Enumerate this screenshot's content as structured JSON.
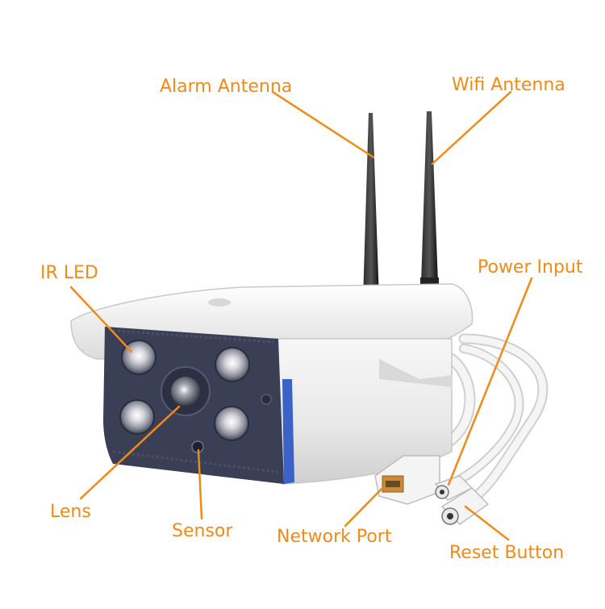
{
  "colors": {
    "accent": "#f28a16",
    "body": "#ececec",
    "front_panel": "#3a3f55",
    "antenna": "#1a1a1a",
    "blue_trim": "#3a62c8",
    "cable": "#f2f2f2"
  },
  "labels": {
    "alarm_antenna": "Alarm Antenna",
    "wifi_antenna": "Wifi Antenna",
    "ir_led": "IR LED",
    "power_input": "Power Input",
    "lens": "Lens",
    "sensor": "Sensor",
    "network_port": "Network Port",
    "reset_button": "Reset Button"
  }
}
